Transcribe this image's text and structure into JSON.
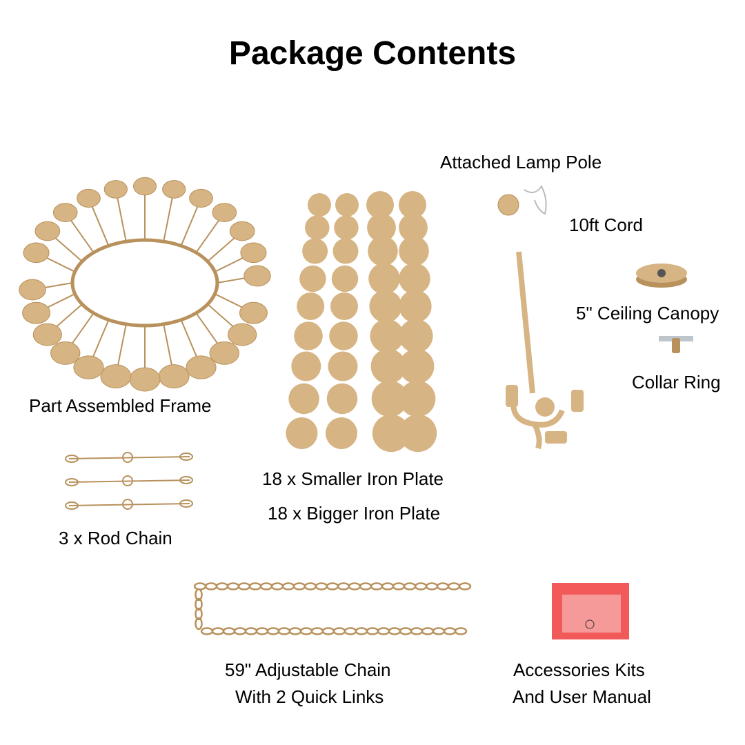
{
  "title": "Package Contents",
  "labels": {
    "frame": "Part Assembled Frame",
    "smaller_plate": "18 x Smaller Iron Plate",
    "bigger_plate": "18 x Bigger Iron Plate",
    "rod_chain": "3 x Rod Chain",
    "lamp_pole": "Attached Lamp Pole",
    "cord": "10ft Cord",
    "canopy": "5\" Ceiling Canopy",
    "collar_ring": "Collar Ring",
    "chain_line1": "59\" Adjustable Chain",
    "chain_line2": "With 2 Quick Links",
    "kits_line1": "Accessories Kits",
    "kits_line2": "And User Manual"
  },
  "colors": {
    "gold": "#d6b483",
    "gold_dark": "#b8915c",
    "packet": "#f25a5a"
  }
}
